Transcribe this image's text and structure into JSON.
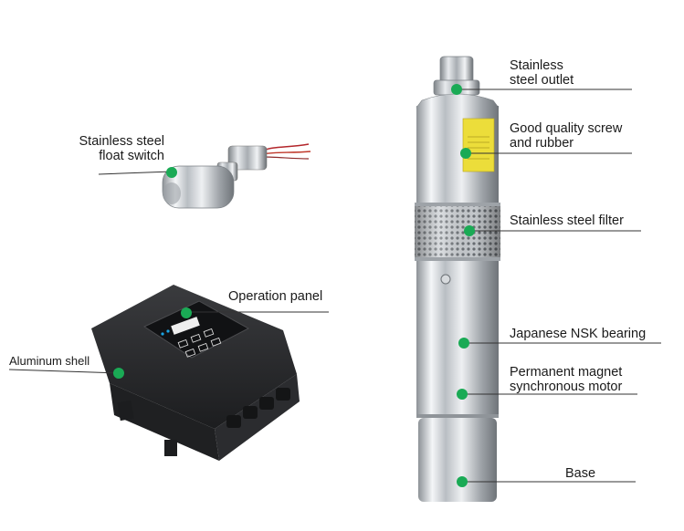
{
  "colors": {
    "dot": "#1aaa55",
    "leader": "#333333",
    "metal": "#c9ccd0",
    "housing": "#2a2b2d"
  },
  "float_switch": {
    "line1": "Stainless steel",
    "line2": "float switch"
  },
  "controller": {
    "panel_label": "Operation panel",
    "shell_label": "Aluminum shell"
  },
  "pump": {
    "outlet": {
      "line1": "Stainless",
      "line2": "steel outlet"
    },
    "screw": {
      "line1": "Good quality screw",
      "line2": "and rubber"
    },
    "filter": "Stainless steel filter",
    "bearing": "Japanese NSK bearing",
    "motor": {
      "line1": "Permanent magnet",
      "line2": "synchronous motor"
    },
    "base": "Base"
  }
}
